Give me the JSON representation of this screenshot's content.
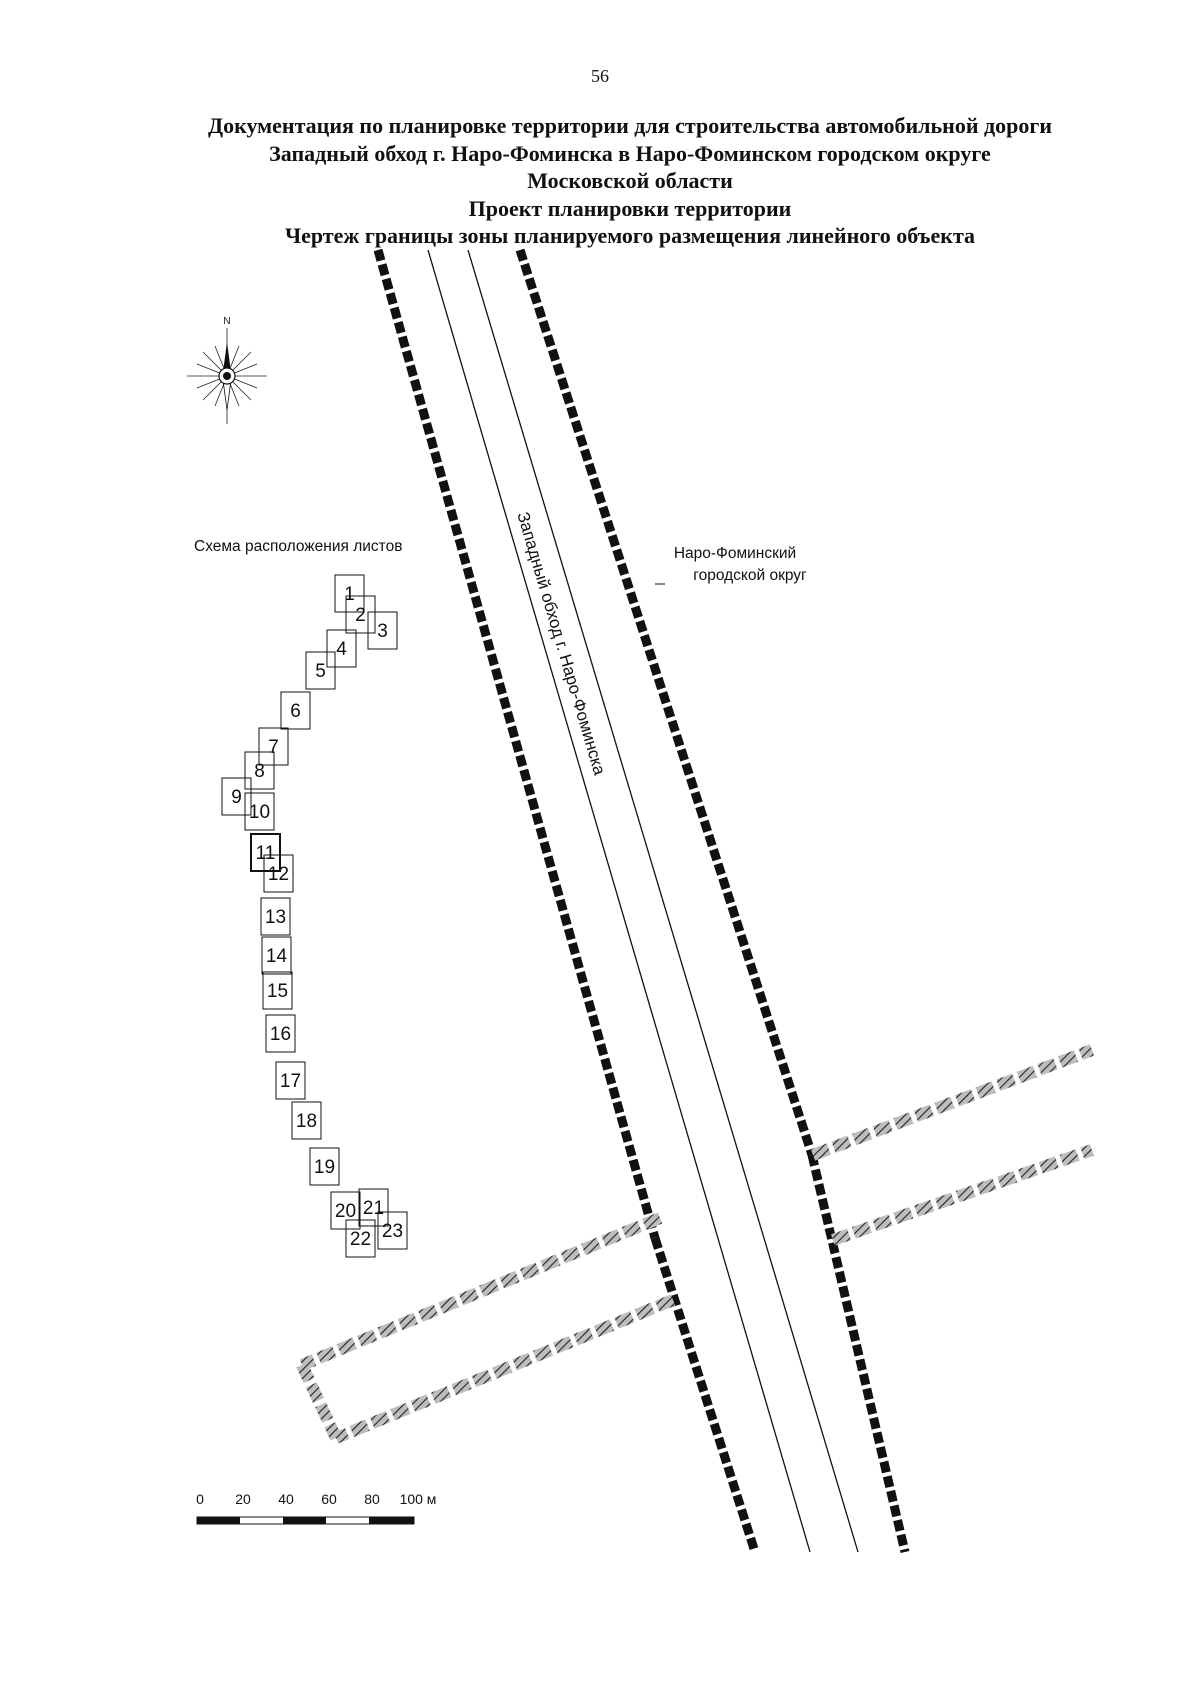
{
  "page_number": "56",
  "title_lines": [
    "Документация по планировке территории для строительства автомобильной дороги",
    "Западный обход г. Наро-Фоминска в Наро-Фоминском городском округе",
    "Московской области",
    "Проект планировки территории",
    "Чертеж границы зоны планируемого размещения линейного объекта"
  ],
  "map": {
    "road_label": "Западный обход г. Наро-Фоминска",
    "district_label": [
      "Наро-Фоминский",
      "городской округ"
    ],
    "compass_north": "N",
    "sheet_layout_title": "Схема расположения листов",
    "sheets": [
      "1",
      "2",
      "3",
      "4",
      "5",
      "6",
      "7",
      "8",
      "9",
      "10",
      "11",
      "12",
      "13",
      "14",
      "15",
      "16",
      "17",
      "18",
      "19",
      "20",
      "21",
      "22",
      "23"
    ],
    "scale_labels": [
      "0",
      "20",
      "40",
      "60",
      "80",
      "100 м"
    ]
  }
}
